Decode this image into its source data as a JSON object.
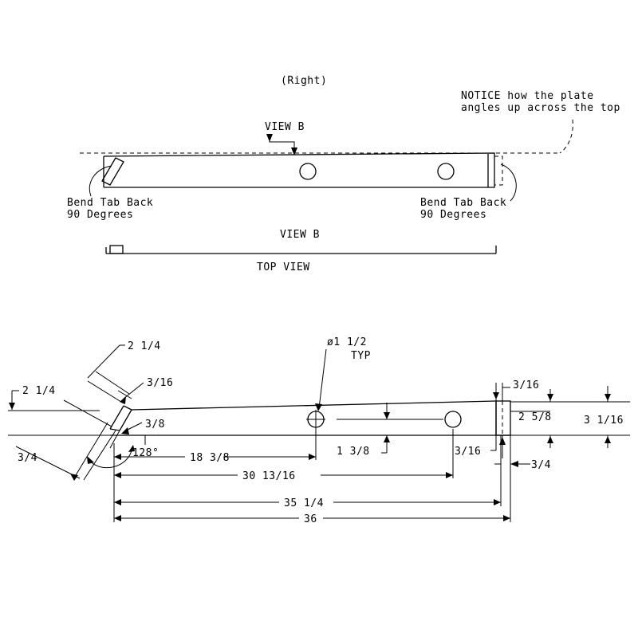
{
  "labels": {
    "right": "(Right)",
    "view_b_marker": "VIEW B",
    "notice_line1": "NOTICE how the plate",
    "notice_line2": "angles up across the top",
    "bend_left_line1": "Bend Tab Back",
    "bend_left_line2": "90 Degrees",
    "bend_right_line1": "Bend Tab Back",
    "bend_right_line2": "90 Degrees",
    "view_b_title": "VIEW B",
    "top_view_title": "TOP VIEW"
  },
  "dimensions": {
    "d_2_1_4_upper": "2 1/4",
    "d_2_1_4_left": "2 1/4",
    "d_3_16_left": "3/16",
    "d_3_8": "3/8",
    "d_3_4_left": "3/4",
    "d_angle": "128°",
    "d_hole": "ø1 1/2",
    "d_typ": "TYP",
    "d_18_3_8": "18 3/8",
    "d_1_3_8": "1 3/8",
    "d_30_13_16": "30 13/16",
    "d_35_1_4": "35 1/4",
    "d_36": "36",
    "d_3_16_top_right": "3/16",
    "d_3_16_bottom_right": "3/16",
    "d_2_5_8": "2 5/8",
    "d_3_1_16": "3 1/16",
    "d_3_4_right": "3/4"
  }
}
